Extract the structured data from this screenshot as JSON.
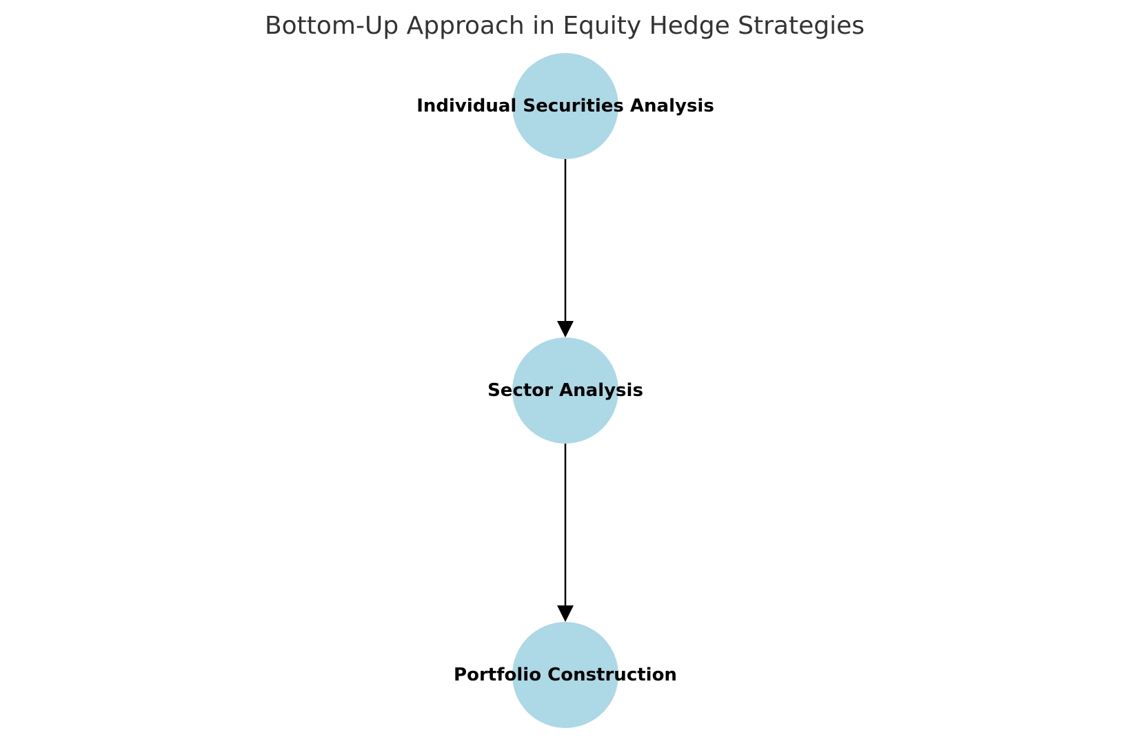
{
  "title": "Bottom-Up Approach in Equity Hedge Strategies",
  "colors": {
    "node_fill": "#add8e6",
    "edge": "#000000",
    "title": "#333333"
  },
  "nodes": [
    {
      "id": "individual",
      "label": "Individual Securities Analysis"
    },
    {
      "id": "sector",
      "label": "Sector Analysis"
    },
    {
      "id": "portfolio",
      "label": "Portfolio Construction"
    }
  ],
  "edges": [
    {
      "from": "individual",
      "to": "sector"
    },
    {
      "from": "sector",
      "to": "portfolio"
    }
  ]
}
